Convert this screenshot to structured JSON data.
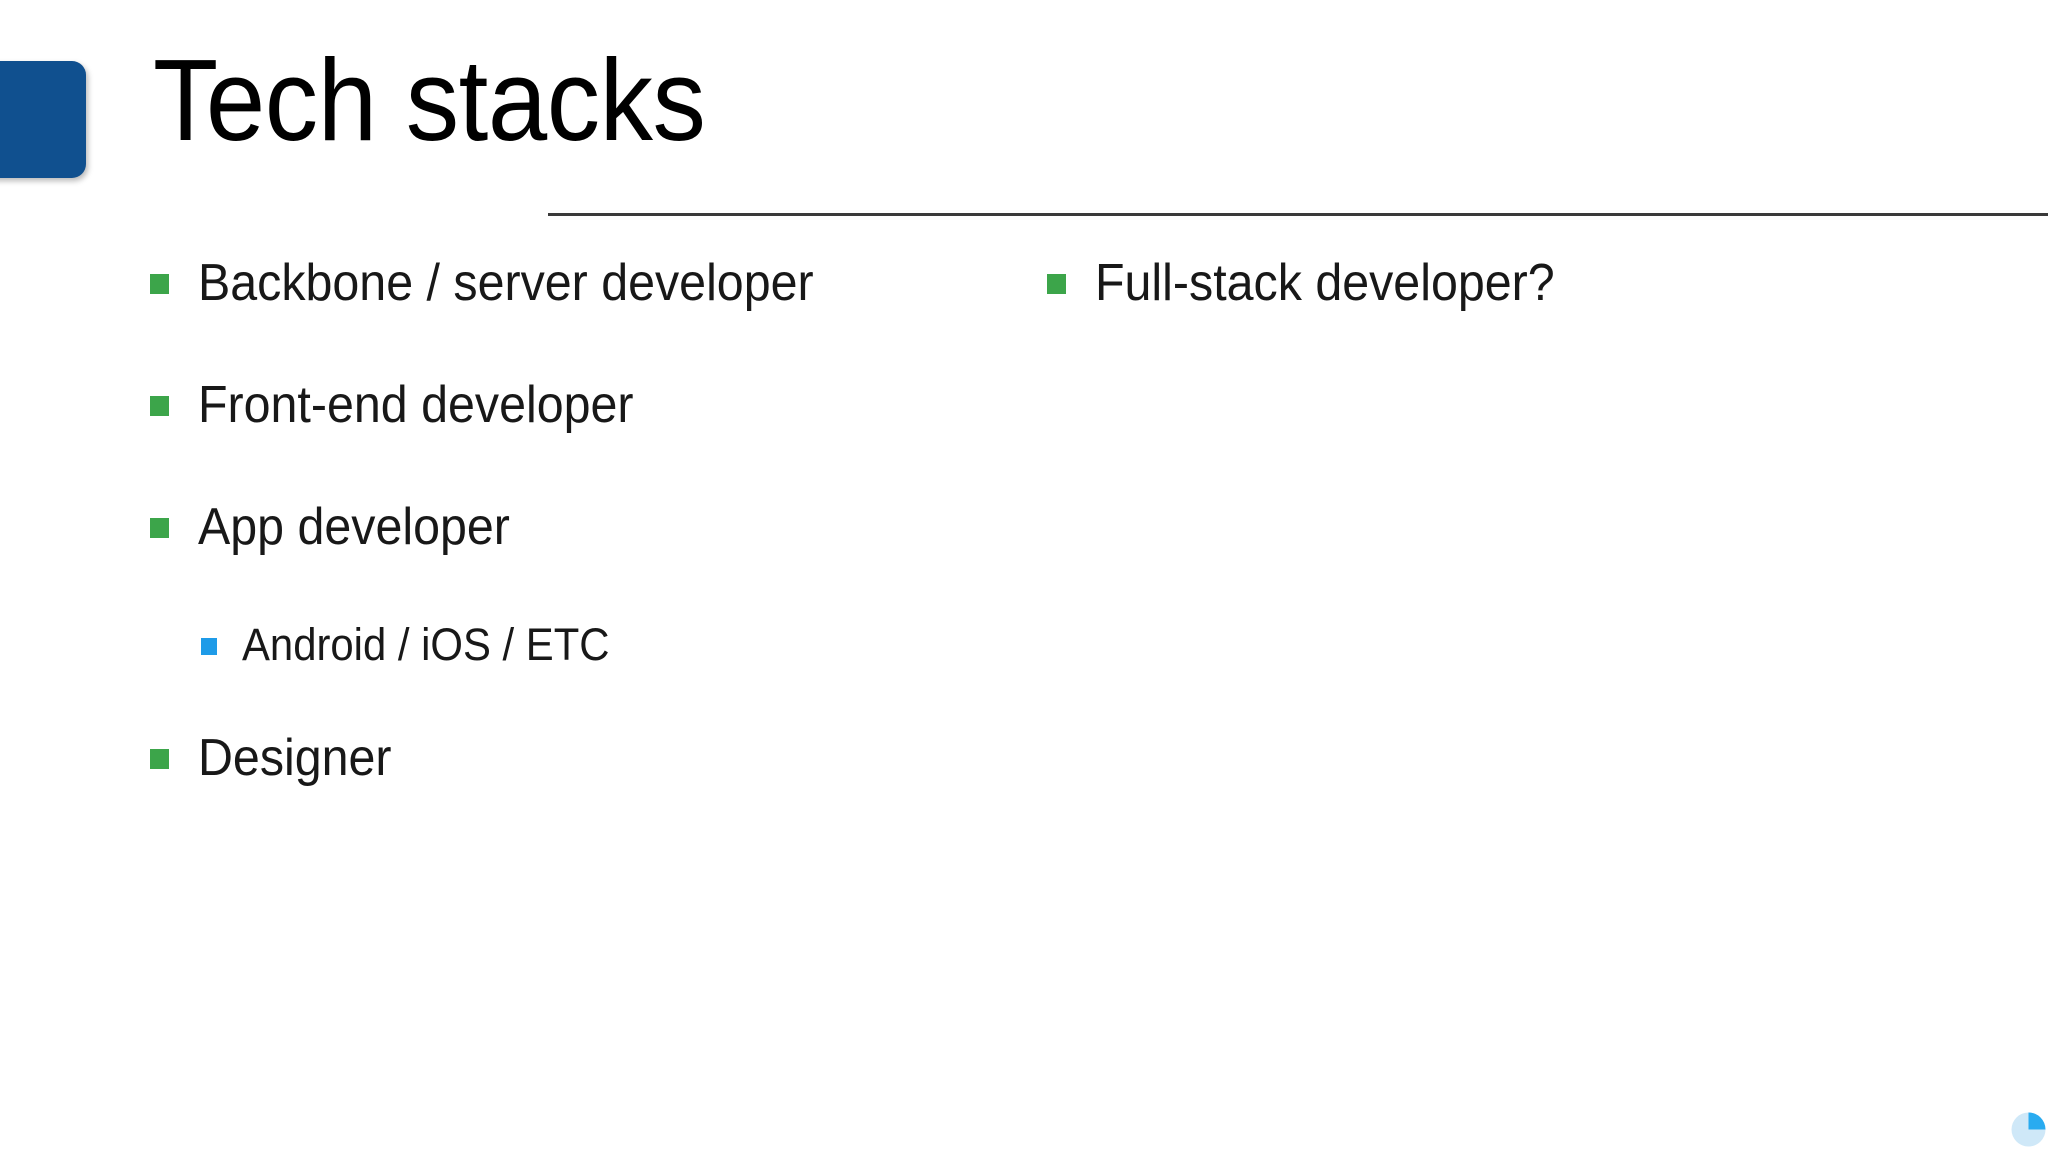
{
  "slide": {
    "title": "Tech stacks",
    "accent_color": "#10508F",
    "rule_color": "#3a3a3a",
    "background_color": "#ffffff",
    "bullet_color_level1": "#3CA54A",
    "bullet_color_level2": "#1E9BE8",
    "text_color": "#181818"
  },
  "content": {
    "left_column": [
      {
        "level": 1,
        "marker": "green-square-bullet",
        "text": "Backbone / server developer"
      },
      {
        "level": 1,
        "marker": "green-square-bullet",
        "text": "Front-end developer"
      },
      {
        "level": 1,
        "marker": "green-square-bullet",
        "text": "App developer"
      },
      {
        "level": 2,
        "marker": "blue-square-bullet",
        "text": "Android / iOS / ETC"
      },
      {
        "level": 1,
        "marker": "green-square-bullet",
        "text": "Designer"
      }
    ],
    "right_column": [
      {
        "level": 1,
        "marker": "green-square-bullet",
        "text": "Full-stack developer?"
      }
    ]
  },
  "logo": {
    "name": "pie-chart-logo",
    "base_color": "#CFE8F8",
    "slice_color": "#29ABF0"
  }
}
